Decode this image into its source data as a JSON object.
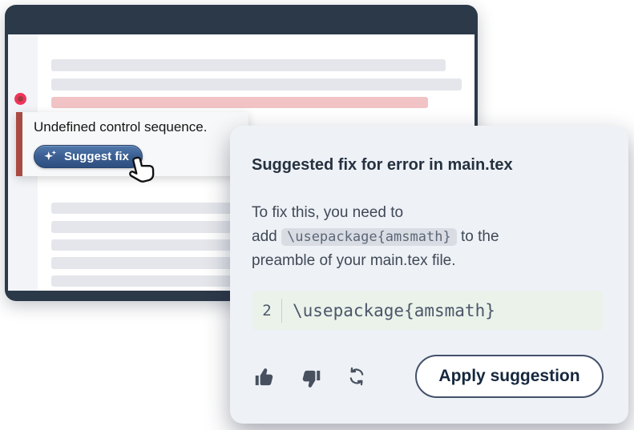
{
  "editor_window": {
    "error_tooltip": {
      "message": "Undefined control sequence.",
      "suggest_fix_label": "Suggest fix"
    }
  },
  "suggestion_card": {
    "title": "Suggested fix for error in main.tex",
    "body": {
      "line1": "To fix this, you need to",
      "line2_prefix": "add",
      "inline_code": "\\usepackage{amsmath}",
      "line2_suffix": "to the",
      "line3": "preamble of your main.tex file."
    },
    "code_block": {
      "line_number": "2",
      "code": "\\usepackage{amsmath}"
    },
    "footer": {
      "apply_button_label": "Apply suggestion"
    }
  },
  "colors": {
    "window_chrome": "#2c3949",
    "skeleton_line": "#e4e6eb",
    "error_line": "#f1c3c4",
    "error_marker_outer": "#f1345b",
    "error_marker_inner": "#9c3c3e",
    "error_bar": "#a94a42",
    "suggest_button_top": "#527aad",
    "suggest_button_bottom": "#2e4e7f",
    "card_background": "#eef1f6",
    "inline_code_background": "#d9dde3",
    "code_block_background": "#eaf2ea",
    "icon_color": "#47505f"
  }
}
